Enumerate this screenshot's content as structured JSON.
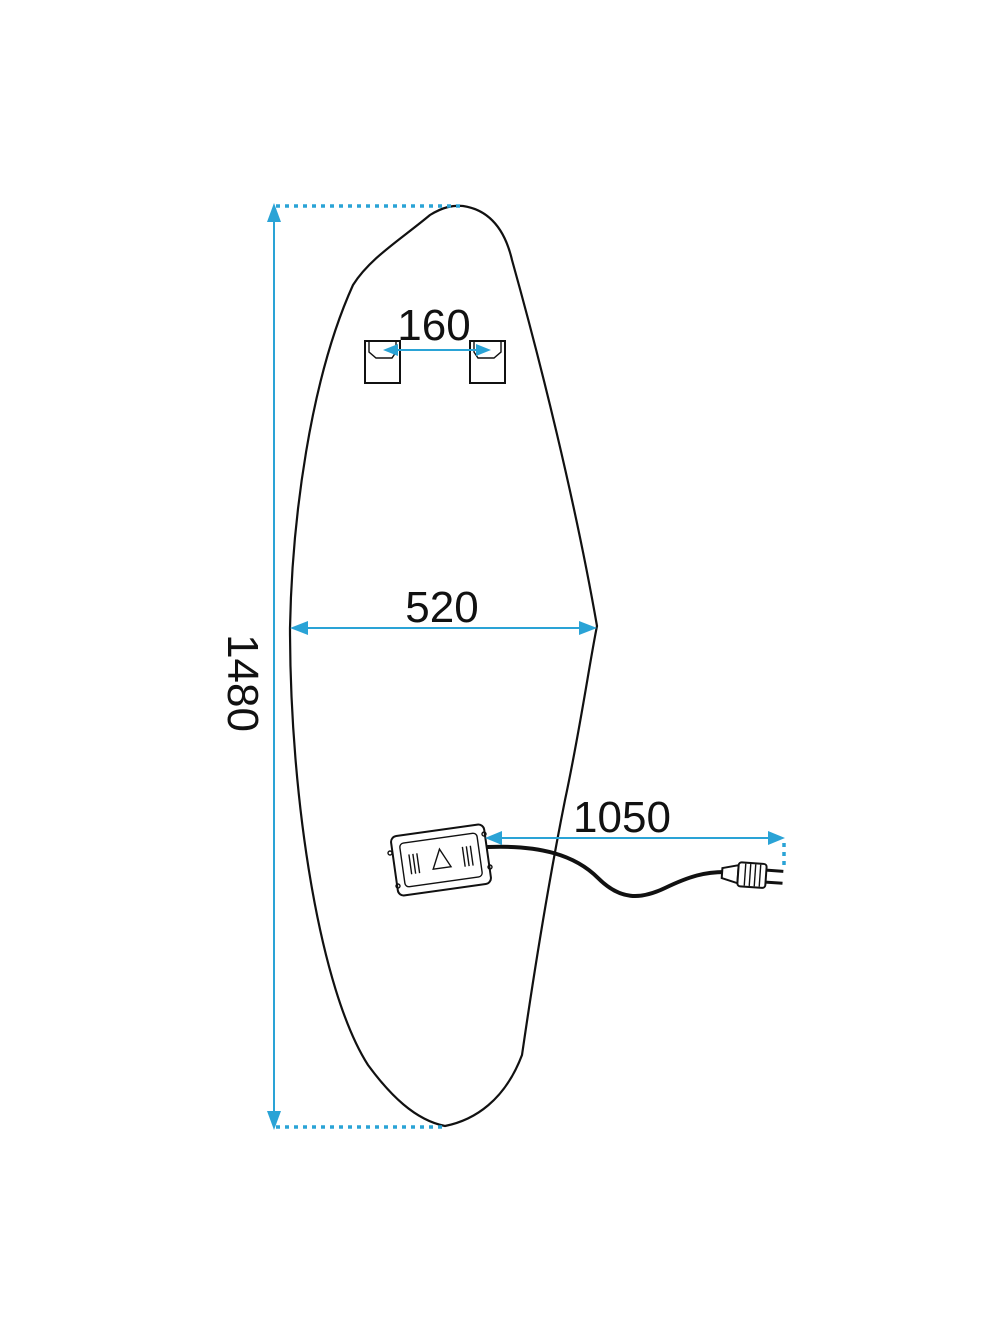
{
  "dimensions": {
    "height": "1480",
    "width": "520",
    "bracket_spacing": "160",
    "cable_length": "1050"
  },
  "colors": {
    "dimension_lines": "#2aa3d6",
    "outline": "#111111"
  },
  "icons": {
    "mirror": "organic-mirror-shape",
    "brackets": "wall-hanging-bracket",
    "driver": "power-supply-box",
    "plug": "power-plug"
  }
}
